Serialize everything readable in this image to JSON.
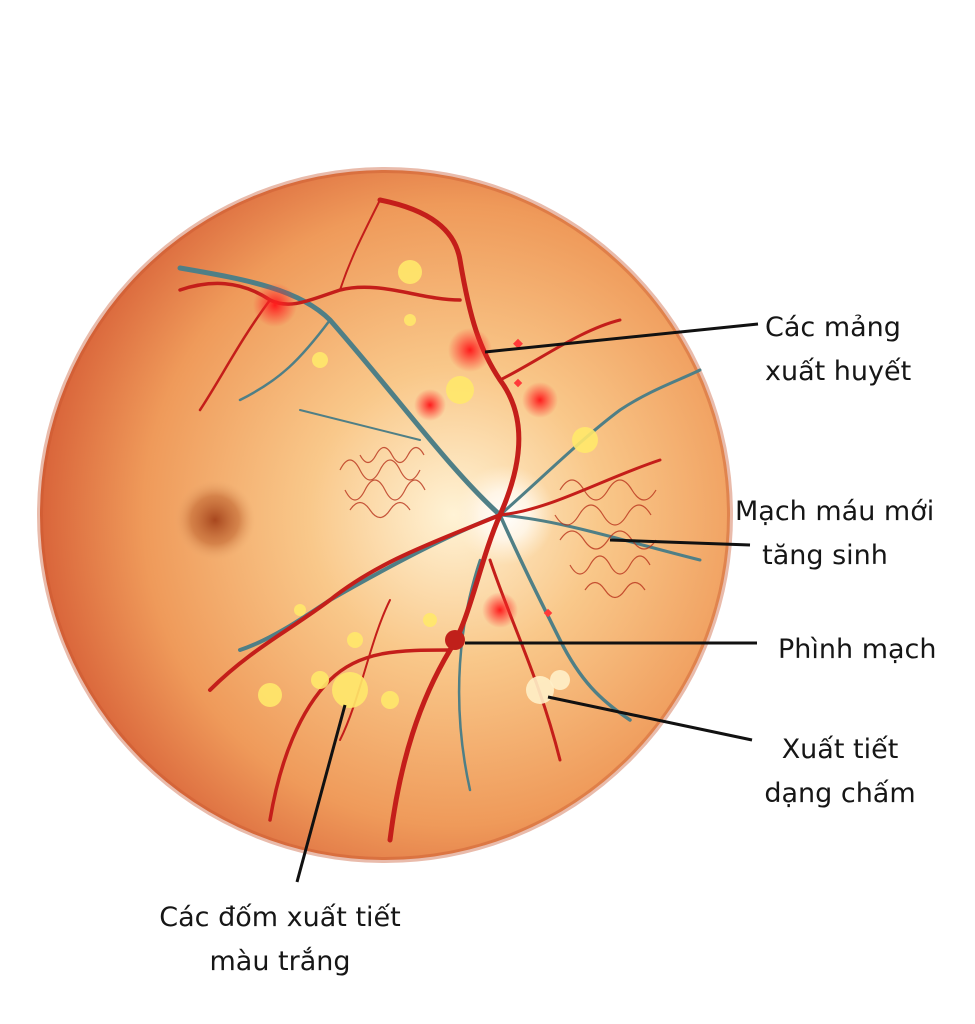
{
  "labels": {
    "hemorrhages": {
      "line1": "Các mảng",
      "line2": "xuất huyết"
    },
    "neovascularization": {
      "line1": "Mạch máu mới",
      "line2": "tăng sinh"
    },
    "microaneurysm": {
      "line1": "Phình mạch"
    },
    "dot_exudates": {
      "line1": "Xuất tiết",
      "line2": "dạng chấm"
    },
    "cotton_wool_spots": {
      "line1": "Các đốm xuất tiết",
      "line2": "màu trắng"
    }
  },
  "colors": {
    "artery": "#c41e1a",
    "vein": "#4f7f86",
    "exudate": "#ffe86a",
    "hemorrhage": "#ff2a2a",
    "leader": "#111111"
  }
}
